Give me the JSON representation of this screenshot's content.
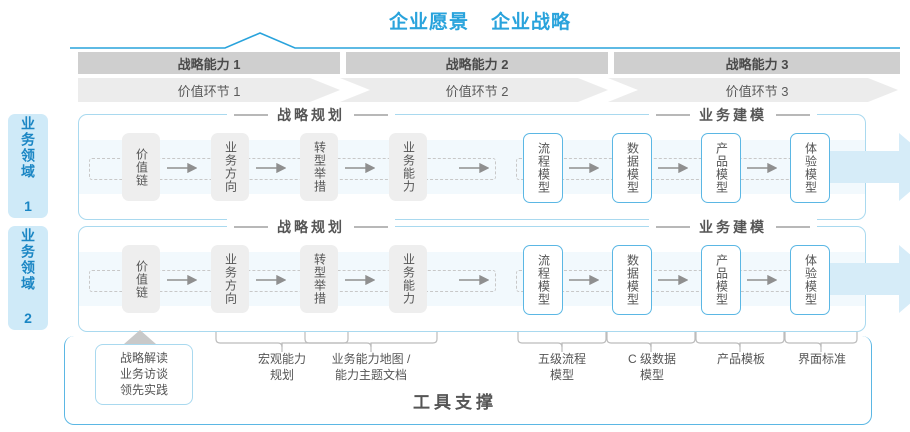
{
  "top": {
    "vision": "企业愿景",
    "strategy": "企业战略"
  },
  "capability_band": {
    "items": [
      {
        "label": "战略能力 1"
      },
      {
        "label": "战略能力 2"
      },
      {
        "label": "战略能力 3"
      }
    ]
  },
  "stage_band": {
    "items": [
      {
        "label": "价值环节 1"
      },
      {
        "label": "价值环节 2"
      },
      {
        "label": "价值环节 3"
      }
    ]
  },
  "domains": [
    {
      "label": "业务领域 1"
    },
    {
      "label": "业务领域 2"
    }
  ],
  "sections": {
    "planning": "战略规划",
    "modeling": "业务建模"
  },
  "nodes": {
    "planning": [
      {
        "label": "价值链"
      },
      {
        "label": "业务方向"
      },
      {
        "label": "转型举措"
      },
      {
        "label": "业务能力"
      }
    ],
    "modeling": [
      {
        "label": "流程模型"
      },
      {
        "label": "数据模型"
      },
      {
        "label": "产品模型"
      },
      {
        "label": "体验模型"
      }
    ]
  },
  "tools": {
    "boxed": "战略解读\n业务访谈\n领先实践",
    "boxed_lines": [
      "战略解读",
      "业务访谈",
      "领先实践"
    ],
    "labels": [
      {
        "lines": [
          "宏观能力",
          "规划"
        ]
      },
      {
        "lines": [
          "业务能力地图 /",
          "能力主题文档"
        ]
      },
      {
        "lines": [
          "五级流程",
          "模型"
        ]
      },
      {
        "lines": [
          "C 级数据",
          "模型"
        ]
      },
      {
        "lines": [
          "产品模板"
        ]
      },
      {
        "lines": [
          "界面标准"
        ]
      }
    ]
  },
  "footer": {
    "title": "工具支撑"
  },
  "colors": {
    "accent_blue": "#29a3dc",
    "node_blue_border": "#5bb7e4",
    "tab_bg": "#cfeaf8",
    "band_gray_dark": "#cfcfcf",
    "band_gray_light": "#ececec",
    "node_gray": "#eeeeee",
    "blue_band": "#f2f9fd"
  }
}
